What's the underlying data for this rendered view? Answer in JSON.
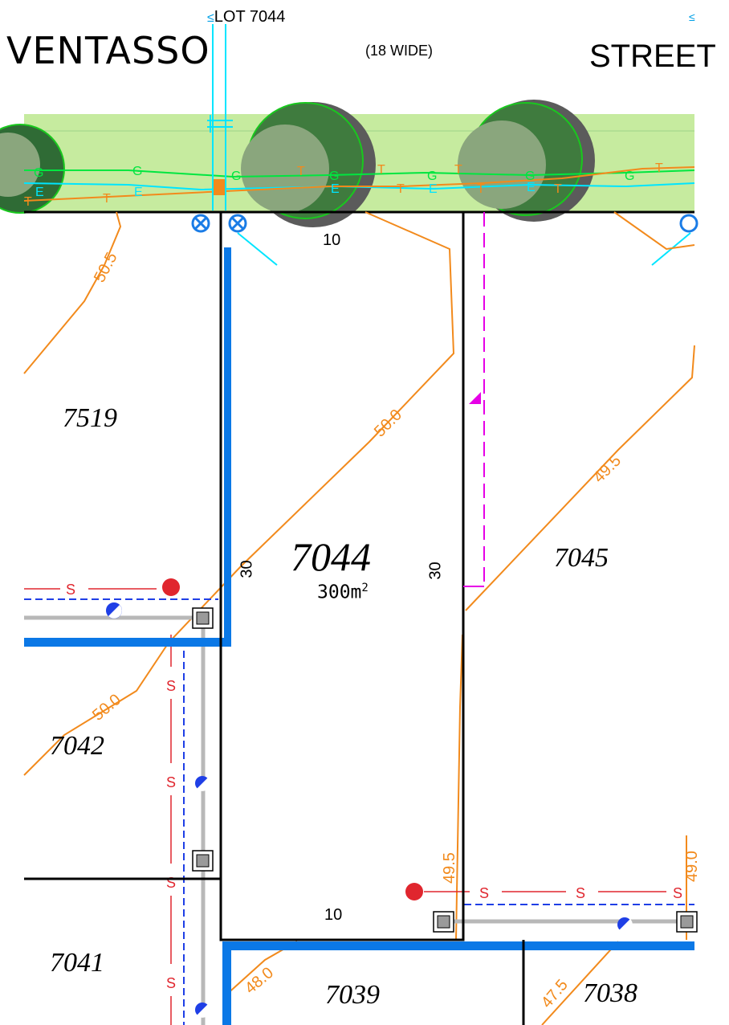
{
  "street": {
    "name_left": "VENTASSO",
    "name_right": "STREET",
    "width_note": "(18 WIDE)"
  },
  "lot_ref": "LOT 7044",
  "subject_lot": {
    "number": "7044",
    "area": "300m",
    "area_unit_sup": "2",
    "frontage": "10",
    "rear": "10",
    "side_left": "30",
    "side_right": "30"
  },
  "lots": {
    "l7519": "7519",
    "l7045": "7045",
    "l7042": "7042",
    "l7041": "7041",
    "l7039": "7039",
    "l7038": "7038"
  },
  "contours": {
    "c505": "50.5",
    "c500a": "50.0",
    "c495a": "49.5",
    "c500b": "50.0",
    "c495b": "49.5",
    "c490": "49.0",
    "c480": "48.0",
    "c475": "47.5"
  },
  "service_codes": {
    "sewer": "S",
    "telecom": "T",
    "gas": "G",
    "electric": "E"
  },
  "colors": {
    "boundary": "#000000",
    "contour": "#f28a1c",
    "verge": "#c6eb9f",
    "sewer": "#e0262e",
    "water": "#1a7ce6",
    "retaining": "#0b78e6",
    "gas": "#00e640",
    "electric": "#00e5ff",
    "telecom": "#f28a1c",
    "magenta": "#e600e6"
  }
}
